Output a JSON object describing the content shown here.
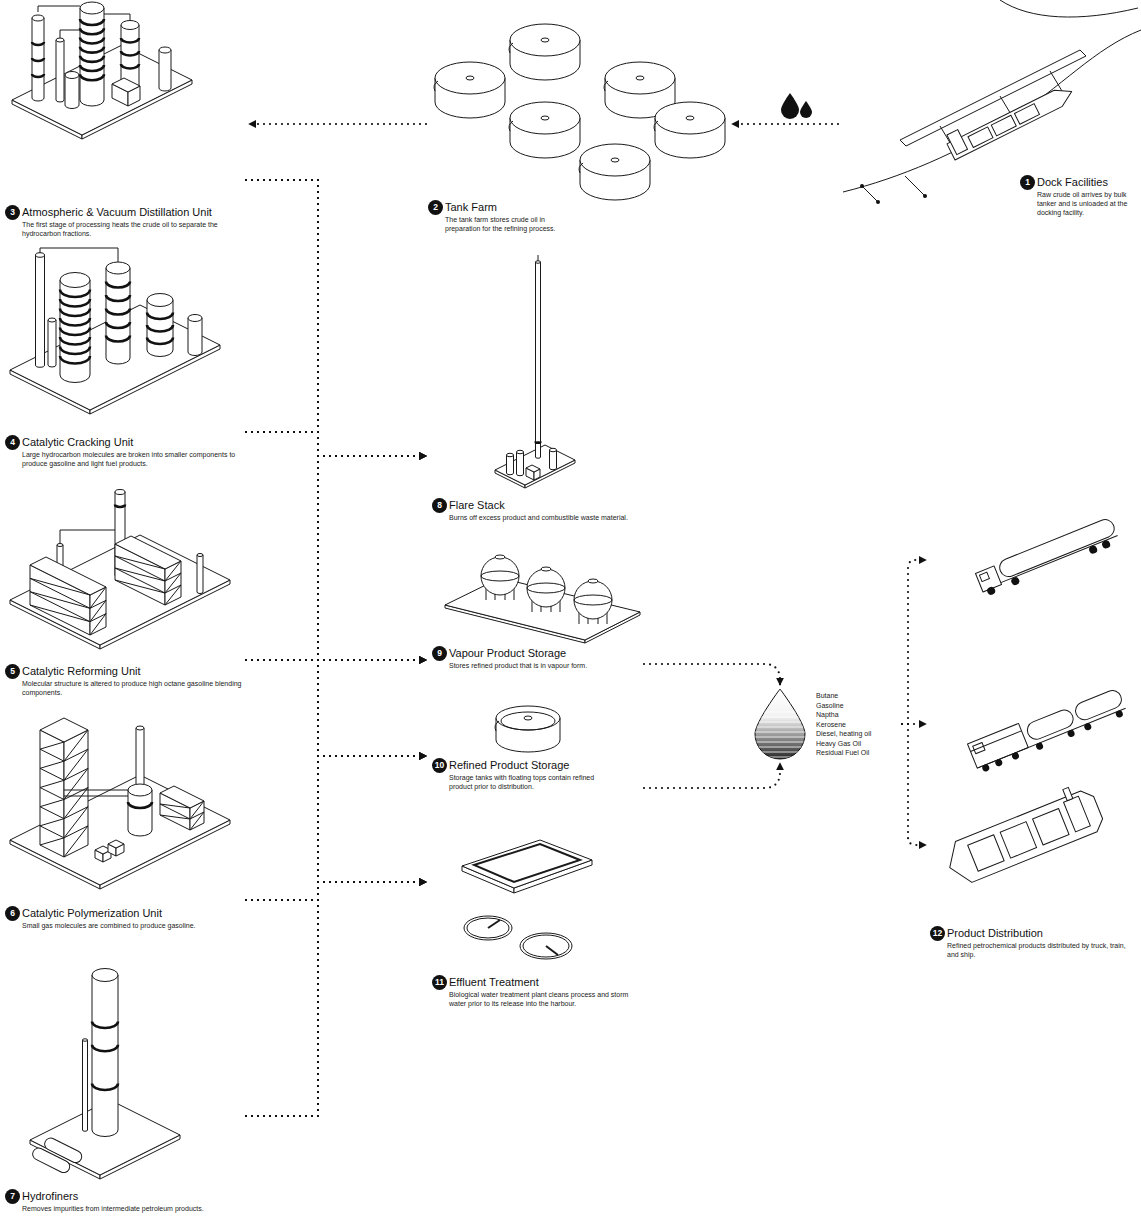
{
  "diagram": {
    "nodes": [
      {
        "text": [
          "Dock Facilities",
          "Raw crude oil arrives by bulk tanker and is unloaded at the docking facility."
        ]
      },
      {
        "text": [
          "Tank Farm",
          "The tank farm stores crude oil in preparation for the refining process."
        ]
      },
      {
        "text": [
          "Atmospheric & Vacuum Distillation Unit",
          "The first stage of processing heats the crude oil to separate the hydrocarbon fractions."
        ]
      },
      {
        "text": [
          "Catalytic Cracking Unit",
          "Large hydrocarbon molecules are broken into smaller components to produce gasoline and light fuel products."
        ]
      },
      {
        "text": [
          "Catalytic Reforming Unit",
          "Molecular structure is altered to produce high octane gasoline blending components."
        ]
      },
      {
        "text": [
          "Catalytic Polymerization Unit",
          "Small gas molecules are combined to produce gasoline."
        ]
      },
      {
        "text": [
          "Hydrofiners",
          "Removes impurities from intermediate petroleum products."
        ]
      },
      {
        "text": [
          "Flare Stack",
          "Burns off excess product and combustible waste material."
        ]
      },
      {
        "text": [
          "Vapour Product Storage",
          "Stores refined product that is in vapour form."
        ]
      },
      {
        "text": [
          "Refined Product Storage",
          "Storage tanks with floating tops contain refined product prior to distribution."
        ]
      },
      {
        "text": [
          "Effluent Treatment",
          "Biological water treatment plant cleans process and storm water prior to its release into the harbour."
        ]
      },
      {
        "text": [
          "Butane",
          "Gasoline",
          "Naptha",
          "Kerosene",
          "Diesel, heating oil",
          "Heavy Gas Oil",
          "Residual Fuel Oil"
        ]
      },
      {
        "text": [
          "Product Distribution",
          "Refined petrochemical products distributed by truck, train, and ship."
        ]
      }
    ],
    "edges": [
      {
        "from": 0,
        "to": 1,
        "arrow": "to"
      },
      {
        "from": 1,
        "to": 2,
        "arrow": "to"
      },
      {
        "from": 2,
        "to": 7,
        "arrow": "to"
      },
      {
        "from": 2,
        "to": 8,
        "arrow": "to"
      },
      {
        "from": 2,
        "to": 9,
        "arrow": "to"
      },
      {
        "from": 2,
        "to": 10,
        "arrow": "to"
      },
      {
        "from": 3,
        "to": 7,
        "arrow": "to"
      },
      {
        "from": 3,
        "to": 8,
        "arrow": "to"
      },
      {
        "from": 3,
        "to": 9,
        "arrow": "to"
      },
      {
        "from": 3,
        "to": 10,
        "arrow": "to"
      },
      {
        "from": 4,
        "to": 7,
        "arrow": "to"
      },
      {
        "from": 4,
        "to": 8,
        "arrow": "to"
      },
      {
        "from": 4,
        "to": 9,
        "arrow": "to"
      },
      {
        "from": 4,
        "to": 10,
        "arrow": "to"
      },
      {
        "from": 5,
        "to": 7,
        "arrow": "to"
      },
      {
        "from": 5,
        "to": 8,
        "arrow": "to"
      },
      {
        "from": 5,
        "to": 9,
        "arrow": "to"
      },
      {
        "from": 5,
        "to": 10,
        "arrow": "to"
      },
      {
        "from": 6,
        "to": 7,
        "arrow": "to"
      },
      {
        "from": 6,
        "to": 8,
        "arrow": "to"
      },
      {
        "from": 6,
        "to": 9,
        "arrow": "to"
      },
      {
        "from": 6,
        "to": 10,
        "arrow": "to"
      },
      {
        "from": 8,
        "to": 11,
        "arrow": "to"
      },
      {
        "from": 9,
        "to": 11,
        "arrow": "to"
      },
      {
        "from": 11,
        "to": 12,
        "arrow": "to"
      }
    ],
    "labels": [
      "1",
      "2",
      "3",
      "4",
      "5",
      "6",
      "7",
      "8",
      "9",
      "10",
      "11",
      "12"
    ]
  }
}
